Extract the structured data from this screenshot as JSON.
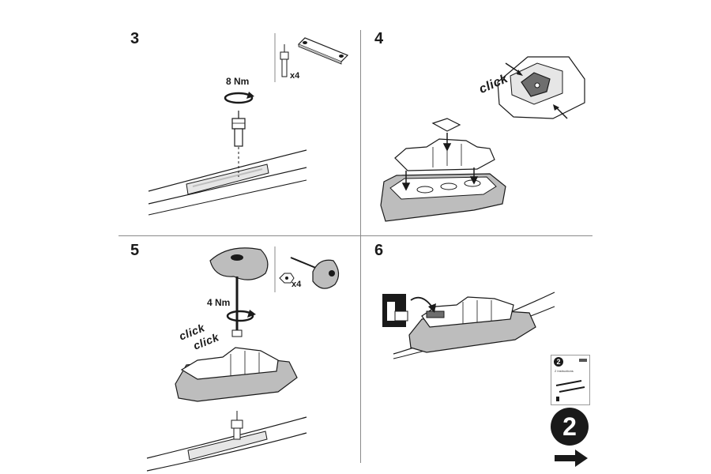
{
  "steps": [
    {
      "number": "3",
      "torque": "8 Nm",
      "qty": "x4",
      "click": ""
    },
    {
      "number": "4",
      "torque": "",
      "qty": "",
      "click": "click"
    },
    {
      "number": "5",
      "torque": "4 Nm",
      "qty": "x4",
      "click": "click"
    },
    {
      "number": "6",
      "torque": "",
      "qty": "",
      "click": ""
    }
  ],
  "step5_click_second": "click",
  "booklet": {
    "number": "2",
    "text": "2 Instructions"
  },
  "next": {
    "number": "2",
    "arrow_icon": "right-arrow-icon"
  },
  "colors": {
    "ink": "#1a1a1a",
    "divider": "#8a8a8a",
    "tint": "#e6e6e6",
    "shade": "#bdbdbd",
    "dark_part": "#6e6e6e"
  }
}
